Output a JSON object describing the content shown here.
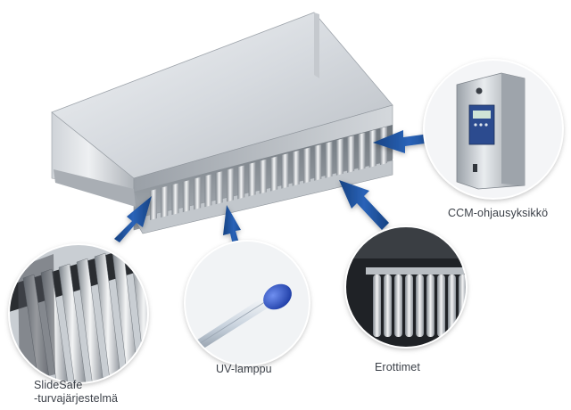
{
  "labels": {
    "slidesafe_line1": "SlideSafe",
    "slidesafe_line2": "-turvajärjestelmä",
    "uv_lamp": "UV-lamppu",
    "separators": "Erottimet",
    "ccm_unit": "CCM-ohjausyksikkö"
  },
  "colors": {
    "arrow": "#1c4f9c",
    "steel_light": "#e4e7eb",
    "steel_dark": "#5f666e",
    "lamp_tip": "#2146b8"
  }
}
